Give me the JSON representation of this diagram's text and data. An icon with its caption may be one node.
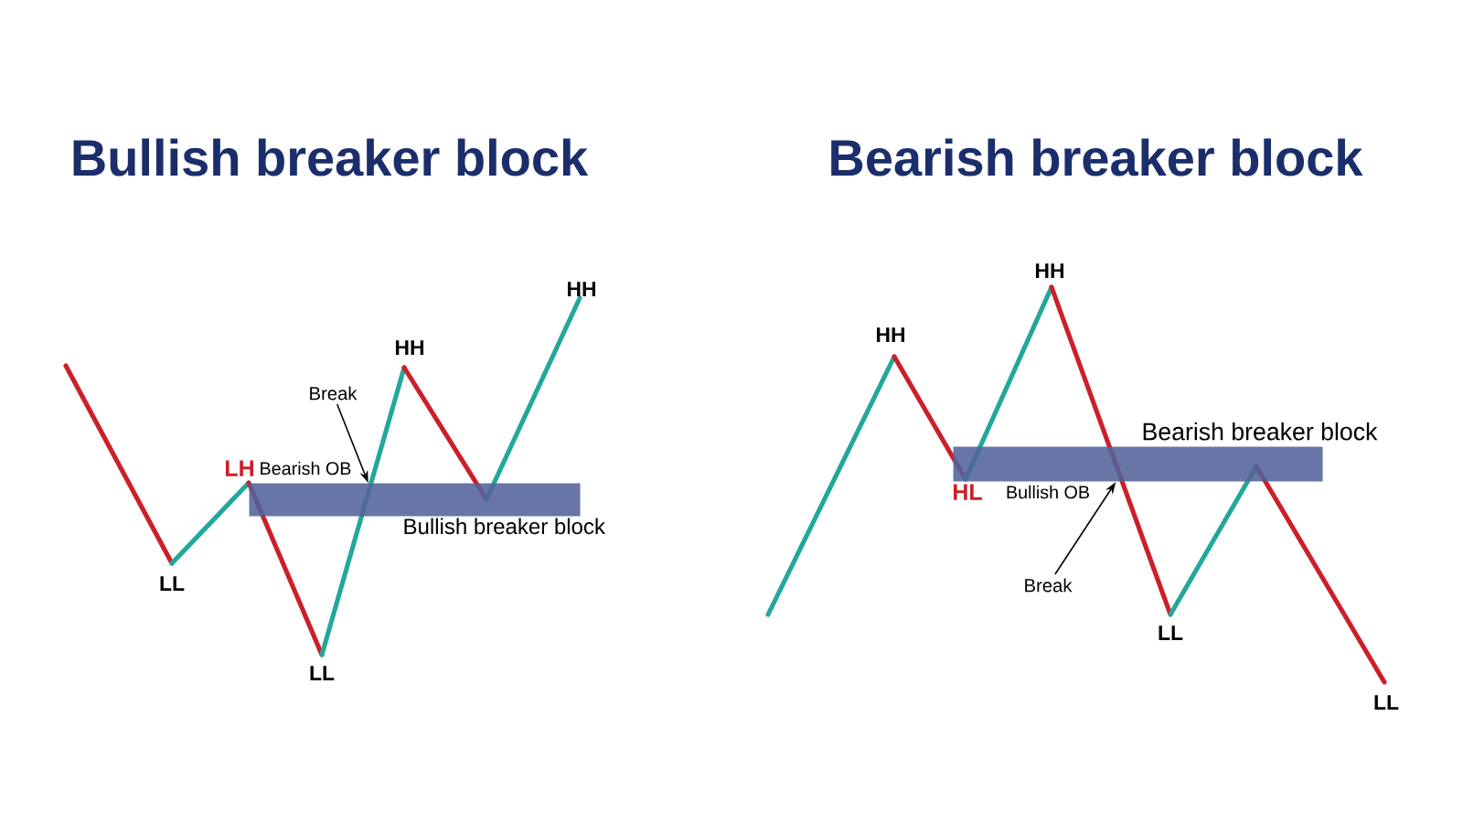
{
  "diagram": {
    "nodes": [
      {
        "text": [
          "Break"
        ]
      },
      {
        "text": [
          "Bullish breaker block"
        ]
      },
      {
        "text": [
          "Bearish breaker block"
        ]
      },
      {
        "text": [
          "Break"
        ]
      }
    ],
    "edges": [
      {
        "from": 0,
        "to": 1,
        "arrow": "to"
      },
      {
        "from": 3,
        "to": 2,
        "arrow": "to"
      }
    ],
    "labels": [
      "Bullish breaker block",
      "Bearish breaker block",
      "HH",
      "HH",
      "LH",
      "Bearish OB",
      "LL",
      "LL",
      "HH",
      "HH",
      "HL",
      "Bullish OB",
      "LL",
      "LL"
    ]
  }
}
